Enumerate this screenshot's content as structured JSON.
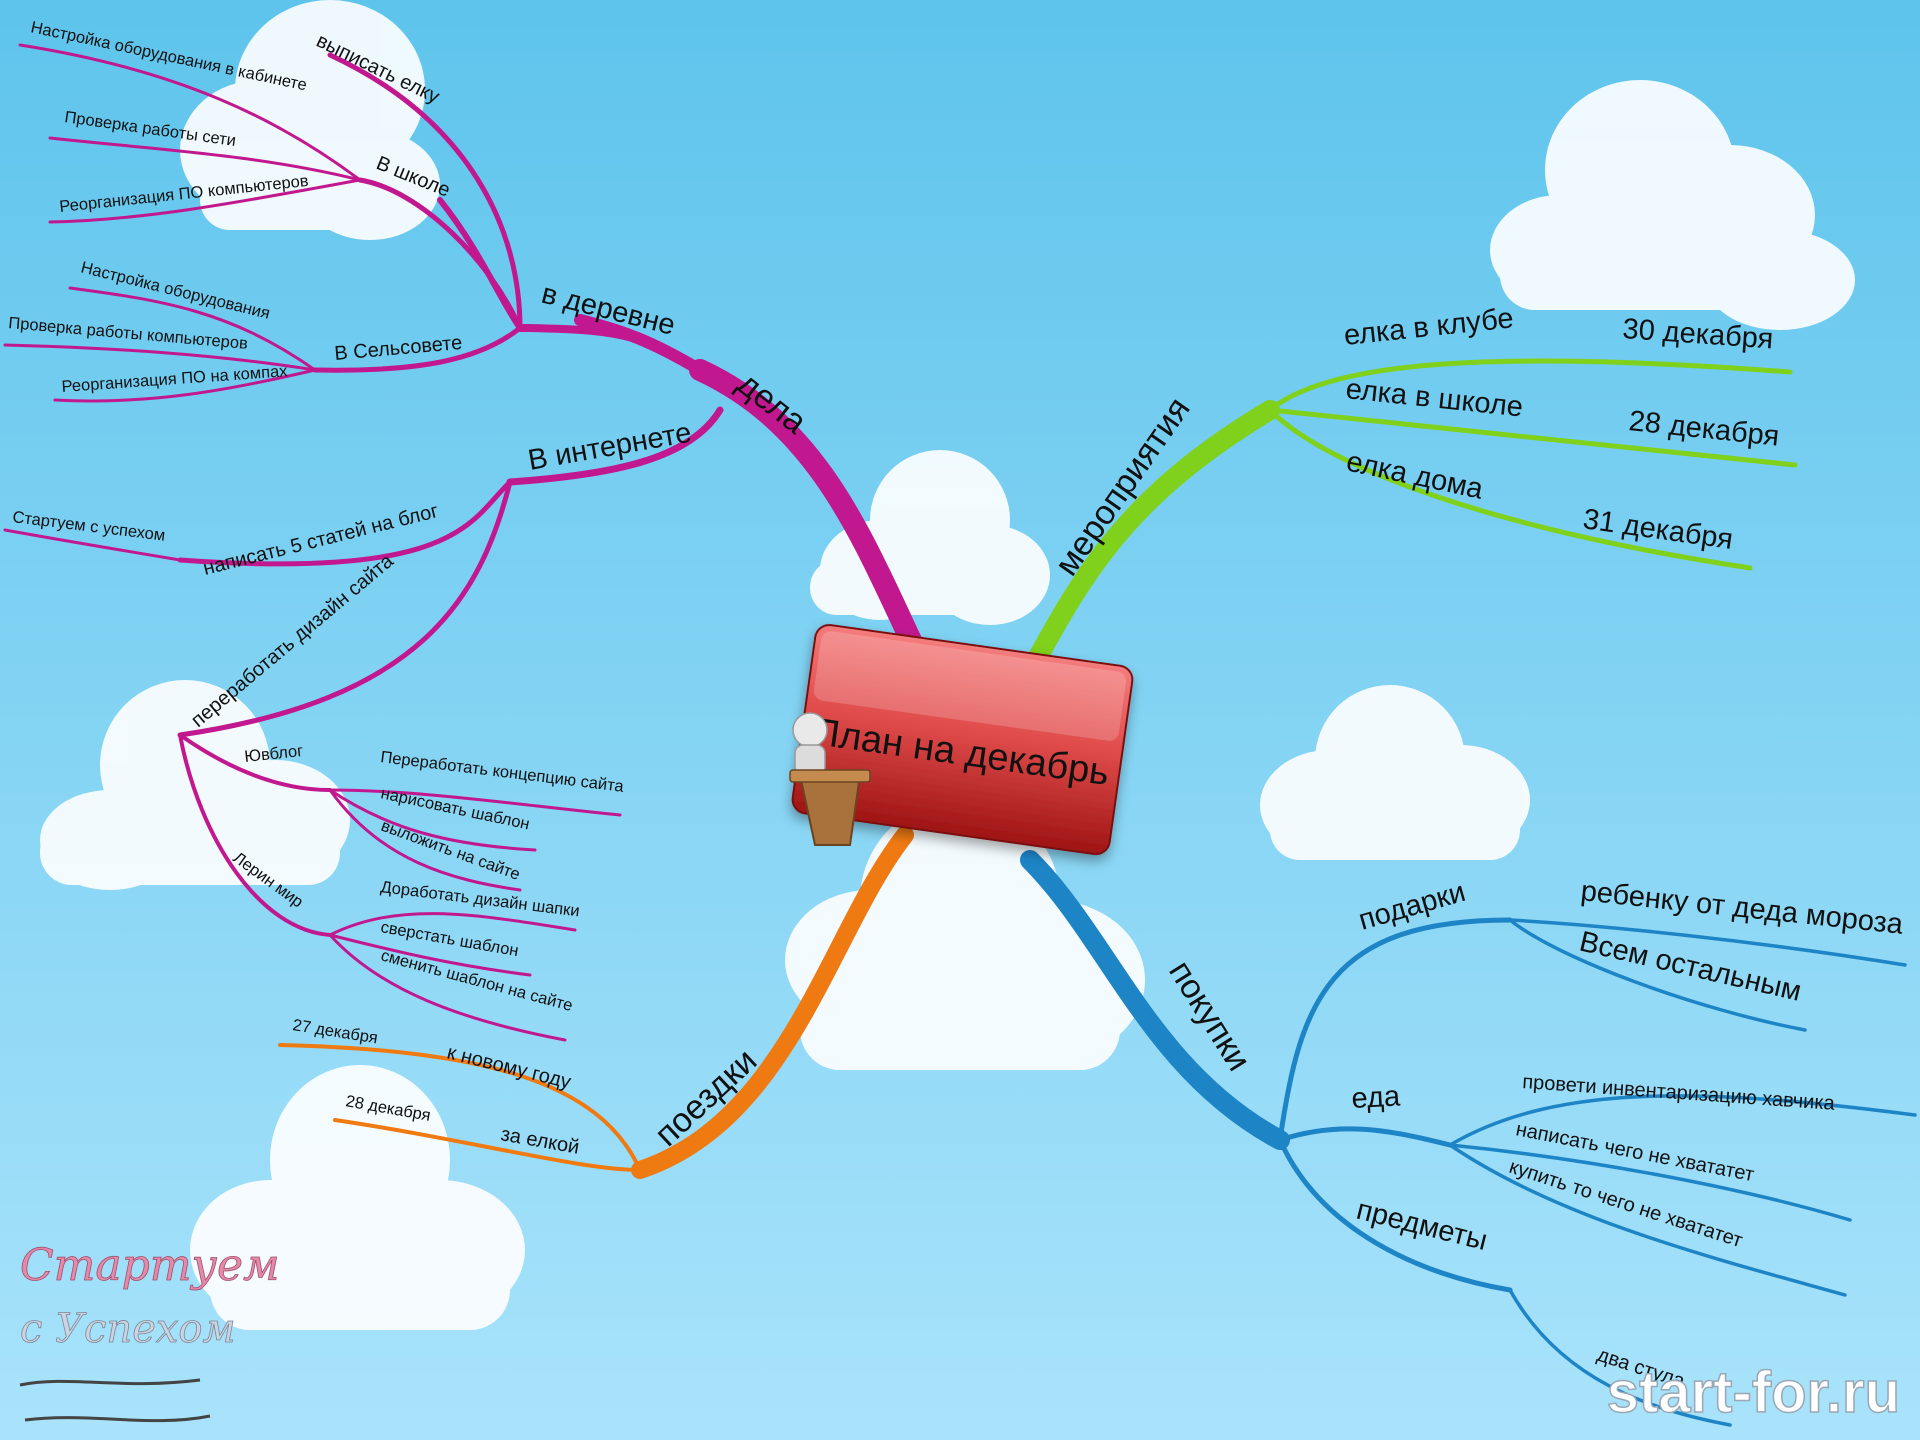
{
  "central": {
    "title": "План на декабрь"
  },
  "colors": {
    "sky_top": "#5ec4ec",
    "sky_bottom": "#a9e3fb",
    "dela": "#c2188f",
    "meropriyatiya": "#7fd11b",
    "pokupki": "#1d84c6",
    "poezdki": "#f07a12",
    "central_box": "#d8484a"
  },
  "branches": {
    "dela": {
      "label": "дела",
      "v_derevne": {
        "label": "в деревне",
        "vypisat_elku": "выписать елку",
        "v_shkole": {
          "label": "В школе",
          "items": [
            "Настройка оборудования в кабинете",
            "Проверка работы сети",
            "Реорганизация ПО компьютеров"
          ]
        },
        "v_selsovete": {
          "label": "В Сельсовете",
          "items": [
            "Настройка оборудования",
            "Проверка работы компьютеров",
            "Реорганизация ПО на компах"
          ]
        }
      },
      "v_internete": {
        "label": "В интернете",
        "napisat_statey": {
          "label": "написать 5 статей на блог",
          "items": [
            "Стартуем с успехом"
          ]
        },
        "pererabotat_dizain": {
          "label": "переработать дизайн сайта",
          "yuolog": {
            "label": "Ювблог",
            "items": [
              "Переработать концепцию сайта",
              "нарисовать шаблон",
              "выложить на сайте"
            ]
          },
          "lerin_mir": {
            "label": "Лерин мир",
            "items": [
              "Доработать дизайн шапки",
              "сверстать шаблон",
              "сменить шаблон на сайте"
            ]
          }
        }
      }
    },
    "meropriyatiya": {
      "label": "мероприятия",
      "items": [
        {
          "label": "елка в клубе",
          "date": "30 декабря"
        },
        {
          "label": "елка в школе",
          "date": "28 декабря"
        },
        {
          "label": "елка дома",
          "date": "31 декабря"
        }
      ]
    },
    "pokupki": {
      "label": "покупки",
      "podarki": {
        "label": "подарки",
        "items": [
          "ребенку от деда мороза",
          "Всем остальным"
        ]
      },
      "eda": {
        "label": "еда",
        "items": [
          "провети инвентаризацию хавчика",
          "написать чего не хвататет",
          "купить то чего не хвататет"
        ]
      },
      "predmety": {
        "label": "предметы",
        "items": [
          "два стула"
        ]
      }
    },
    "poezdki": {
      "label": "поездки",
      "items": [
        {
          "label": "к новому году",
          "date": "27 декабря"
        },
        {
          "label": "за елкой",
          "date": "28 декабря"
        }
      ]
    }
  },
  "watermark": {
    "site": "start-for.ru",
    "signature_line1": "Стартуем",
    "signature_line2": "с Успехом"
  }
}
